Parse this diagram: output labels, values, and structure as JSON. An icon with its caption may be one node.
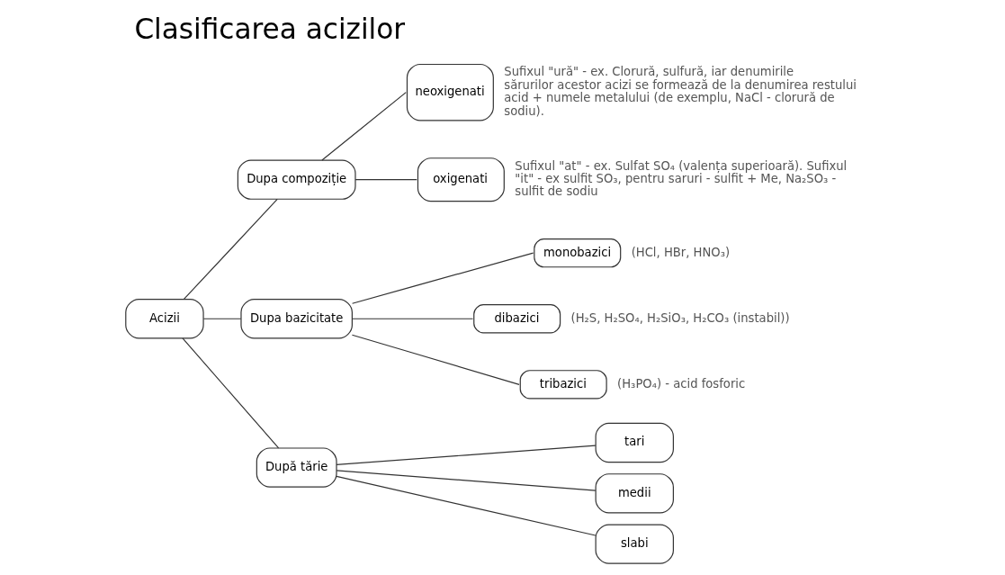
{
  "diagram": {
    "title": "Clasificarea acizilor",
    "nodes": [
      {
        "text": [
          "Acizii"
        ]
      },
      {
        "text": [
          "Dupa compoziție"
        ]
      },
      {
        "text": [
          "neoxigenati"
        ],
        "beside": [
          "Sufixul \"ură\" - ex. Clorură, sulfură, iar denumirile sărurilor acestor acizi se formează de la denumirea restului acid + numele metalului (de exemplu, NaCl - clorură de sodiu)."
        ]
      },
      {
        "text": [
          "oxigenati"
        ],
        "beside": [
          "Sufixul \"at\" - ex. Sulfat SO₄ (valența superioară). Sufixul \"it\" - ex sulfit SO₃, pentru saruri - sulfit + Me, Na₂SO₃ - sulfit de sodiu"
        ]
      },
      {
        "text": [
          "Dupa bazicitate"
        ]
      },
      {
        "text": [
          "monobazici"
        ],
        "beside": [
          "(HCl, HBr, HNO₃)"
        ]
      },
      {
        "text": [
          "dibazici"
        ],
        "beside": [
          "(H₂S, H₂SO₄, H₂SiO₃, H₂CO₃ (instabil))"
        ]
      },
      {
        "text": [
          "tribazici"
        ],
        "beside": [
          "(H₃PO₄) - acid fosforic"
        ]
      },
      {
        "text": [
          "După tărie"
        ]
      },
      {
        "text": [
          "tari"
        ]
      },
      {
        "text": [
          "medii"
        ]
      },
      {
        "text": [
          "slabi"
        ]
      }
    ],
    "edges": [
      {
        "from": 0,
        "to": 1,
        "arrow": "none"
      },
      {
        "from": 1,
        "to": 2,
        "arrow": "none"
      },
      {
        "from": 1,
        "to": 3,
        "arrow": "none"
      },
      {
        "from": 0,
        "to": 4,
        "arrow": "none"
      },
      {
        "from": 4,
        "to": 5,
        "arrow": "none"
      },
      {
        "from": 4,
        "to": 6,
        "arrow": "none"
      },
      {
        "from": 4,
        "to": 7,
        "arrow": "none"
      },
      {
        "from": 0,
        "to": 8,
        "arrow": "none"
      },
      {
        "from": 8,
        "to": 9,
        "arrow": "none"
      },
      {
        "from": 8,
        "to": 10,
        "arrow": "none"
      },
      {
        "from": 8,
        "to": 11,
        "arrow": "none"
      }
    ]
  }
}
